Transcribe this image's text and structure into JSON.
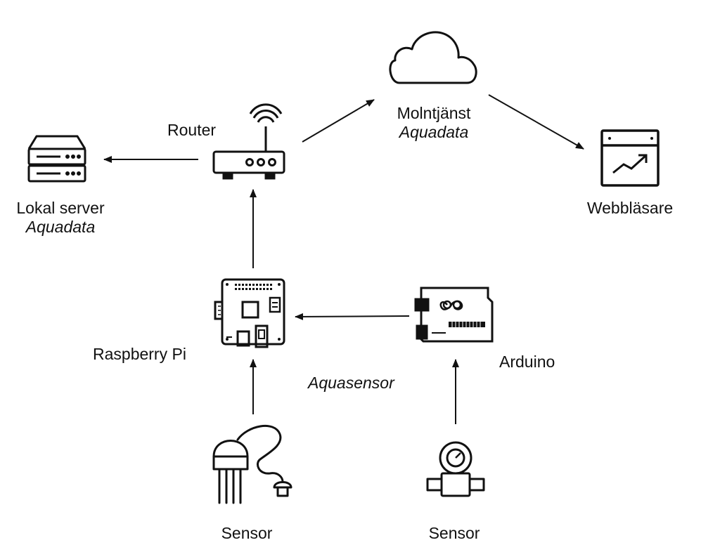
{
  "nodes": {
    "cloud": {
      "title": "Molntjänst",
      "subtitle": "Aquadata",
      "icon": "cloud-icon"
    },
    "router": {
      "title": "Router",
      "icon": "router-icon"
    },
    "local_server": {
      "title": "Lokal server",
      "subtitle": "Aquadata",
      "icon": "server-icon"
    },
    "browser": {
      "title": "Webbläsare",
      "icon": "browser-chart-icon"
    },
    "raspberry_pi": {
      "title": "Raspberry Pi",
      "icon": "raspberry-pi-board-icon"
    },
    "arduino": {
      "title": "Arduino",
      "icon": "arduino-board-icon"
    },
    "sensor_left": {
      "title": "Sensor",
      "icon": "soil-probe-sensor-icon"
    },
    "sensor_right": {
      "title": "Sensor",
      "icon": "flow-sensor-icon"
    }
  },
  "group_label": "Aquasensor",
  "edges": [
    {
      "from": "router",
      "to": "local_server"
    },
    {
      "from": "router",
      "to": "cloud"
    },
    {
      "from": "cloud",
      "to": "browser"
    },
    {
      "from": "raspberry_pi",
      "to": "router"
    },
    {
      "from": "arduino",
      "to": "raspberry_pi"
    },
    {
      "from": "sensor_left",
      "to": "raspberry_pi"
    },
    {
      "from": "sensor_right",
      "to": "arduino"
    }
  ],
  "colors": {
    "stroke": "#111111",
    "background": "#ffffff"
  }
}
